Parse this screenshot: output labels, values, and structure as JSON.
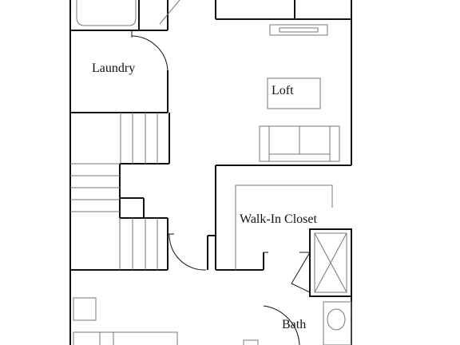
{
  "rooms": {
    "laundry": "Laundry",
    "loft": "Loft",
    "walk_in_closet": "Walk-In Closet",
    "bath": "Bath"
  },
  "colors": {
    "background": "#ffffff",
    "walls": "#111111",
    "fixtures": "#777777"
  }
}
